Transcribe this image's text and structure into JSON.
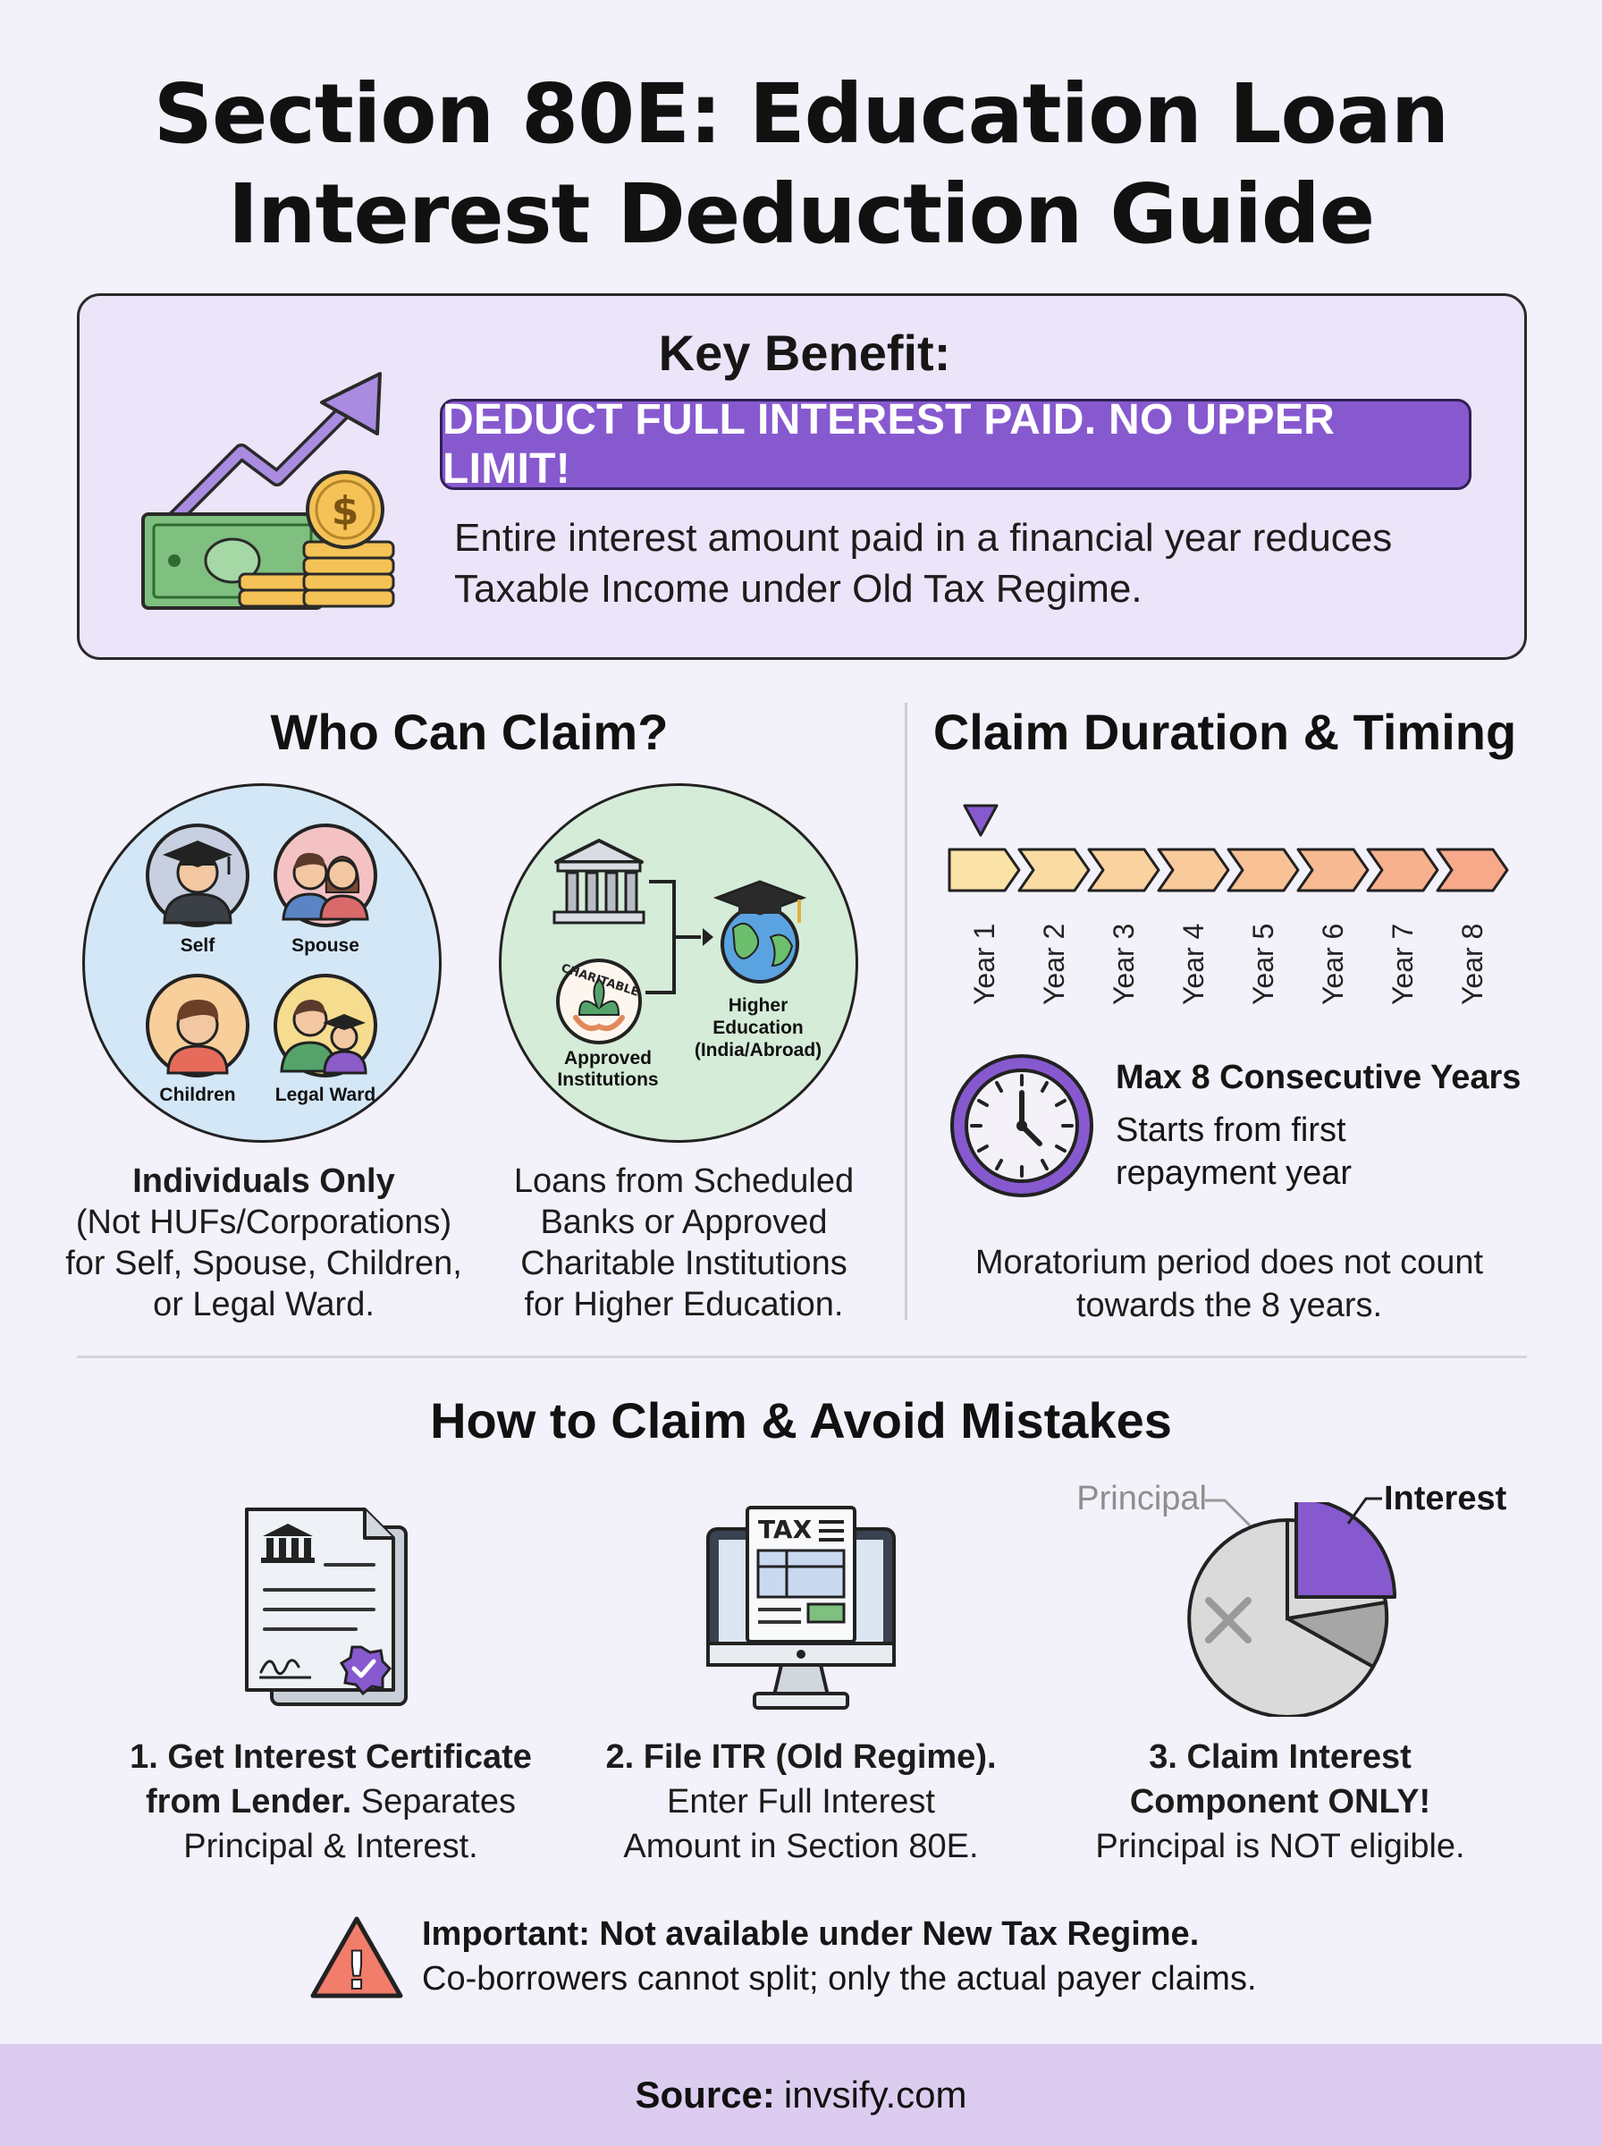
{
  "title": {
    "line1": "Section 80E: Education Loan",
    "line2": "Interest Deduction Guide"
  },
  "key_benefit": {
    "heading": "Key Benefit:",
    "pill": "DEDUCT FULL INTEREST PAID. NO UPPER LIMIT!",
    "line1": "Entire interest amount paid in a financial year reduces",
    "line2": "Taxable Income under Old Tax Regime.",
    "coin_symbol": "$"
  },
  "who_can_claim": {
    "heading": "Who Can Claim?",
    "people": [
      "Self",
      "Spouse",
      "Children",
      "Legal Ward"
    ],
    "institution_labels": {
      "approved_line1": "Approved",
      "approved_line2": "Institutions",
      "higher_line1": "Higher",
      "higher_line2": "Education",
      "higher_line3": "(India/Abroad)",
      "charitable_badge": "CHARITABLE"
    },
    "individuals": {
      "line1": "Individuals Only",
      "line2": "(Not HUFs/Corporations)",
      "line3": "for Self, Spouse, Children,",
      "line4": "or Legal Ward."
    },
    "loans": {
      "line1": "Loans from Scheduled",
      "line2": "Banks or Approved",
      "line3": "Charitable Institutions",
      "line4": "for Higher Education."
    }
  },
  "duration": {
    "heading": "Claim Duration & Timing",
    "years": [
      "Year 1",
      "Year 2",
      "Year 3",
      "Year 4",
      "Year 5",
      "Year 6",
      "Year 7",
      "Year 8"
    ],
    "max_title": "Max 8 Consecutive Years",
    "starts_line1": "Starts from first",
    "starts_line2": "repayment year",
    "moratorium_line1": "Moratorium period does not count",
    "moratorium_line2": "towards the 8 years."
  },
  "how_to": {
    "heading": "How to Claim & Avoid Mistakes",
    "tax_label": "TAX",
    "pie_labels": {
      "principal": "Principal",
      "interest": "Interest"
    },
    "step1": {
      "bold1": "1. Get Interest Certificate",
      "bold2": "from Lender.",
      "rest2": " Separates",
      "line3": "Principal & Interest."
    },
    "step2": {
      "bold1": "2. File ITR (Old Regime).",
      "line2": "Enter Full Interest",
      "line3": "Amount in Section 80E."
    },
    "step3": {
      "bold1": "3. Claim Interest",
      "bold2": "Component ONLY!",
      "line3": "Principal is NOT eligible."
    }
  },
  "important": {
    "line1": "Important: Not available under New Tax Regime.",
    "line2": "Co-borrowers cannot split; only the actual payer claims.",
    "icon_symbol": "!"
  },
  "footer": {
    "label": "Source:",
    "value": "invsify.com"
  },
  "colors": {
    "accent_purple": "#8759cf",
    "benefit_bg": "#ece4f8",
    "footer_bg": "#dccdf0",
    "timeline_start": "#fbe3a7",
    "timeline_end": "#f7a98a",
    "warning": "#f27d6b"
  }
}
